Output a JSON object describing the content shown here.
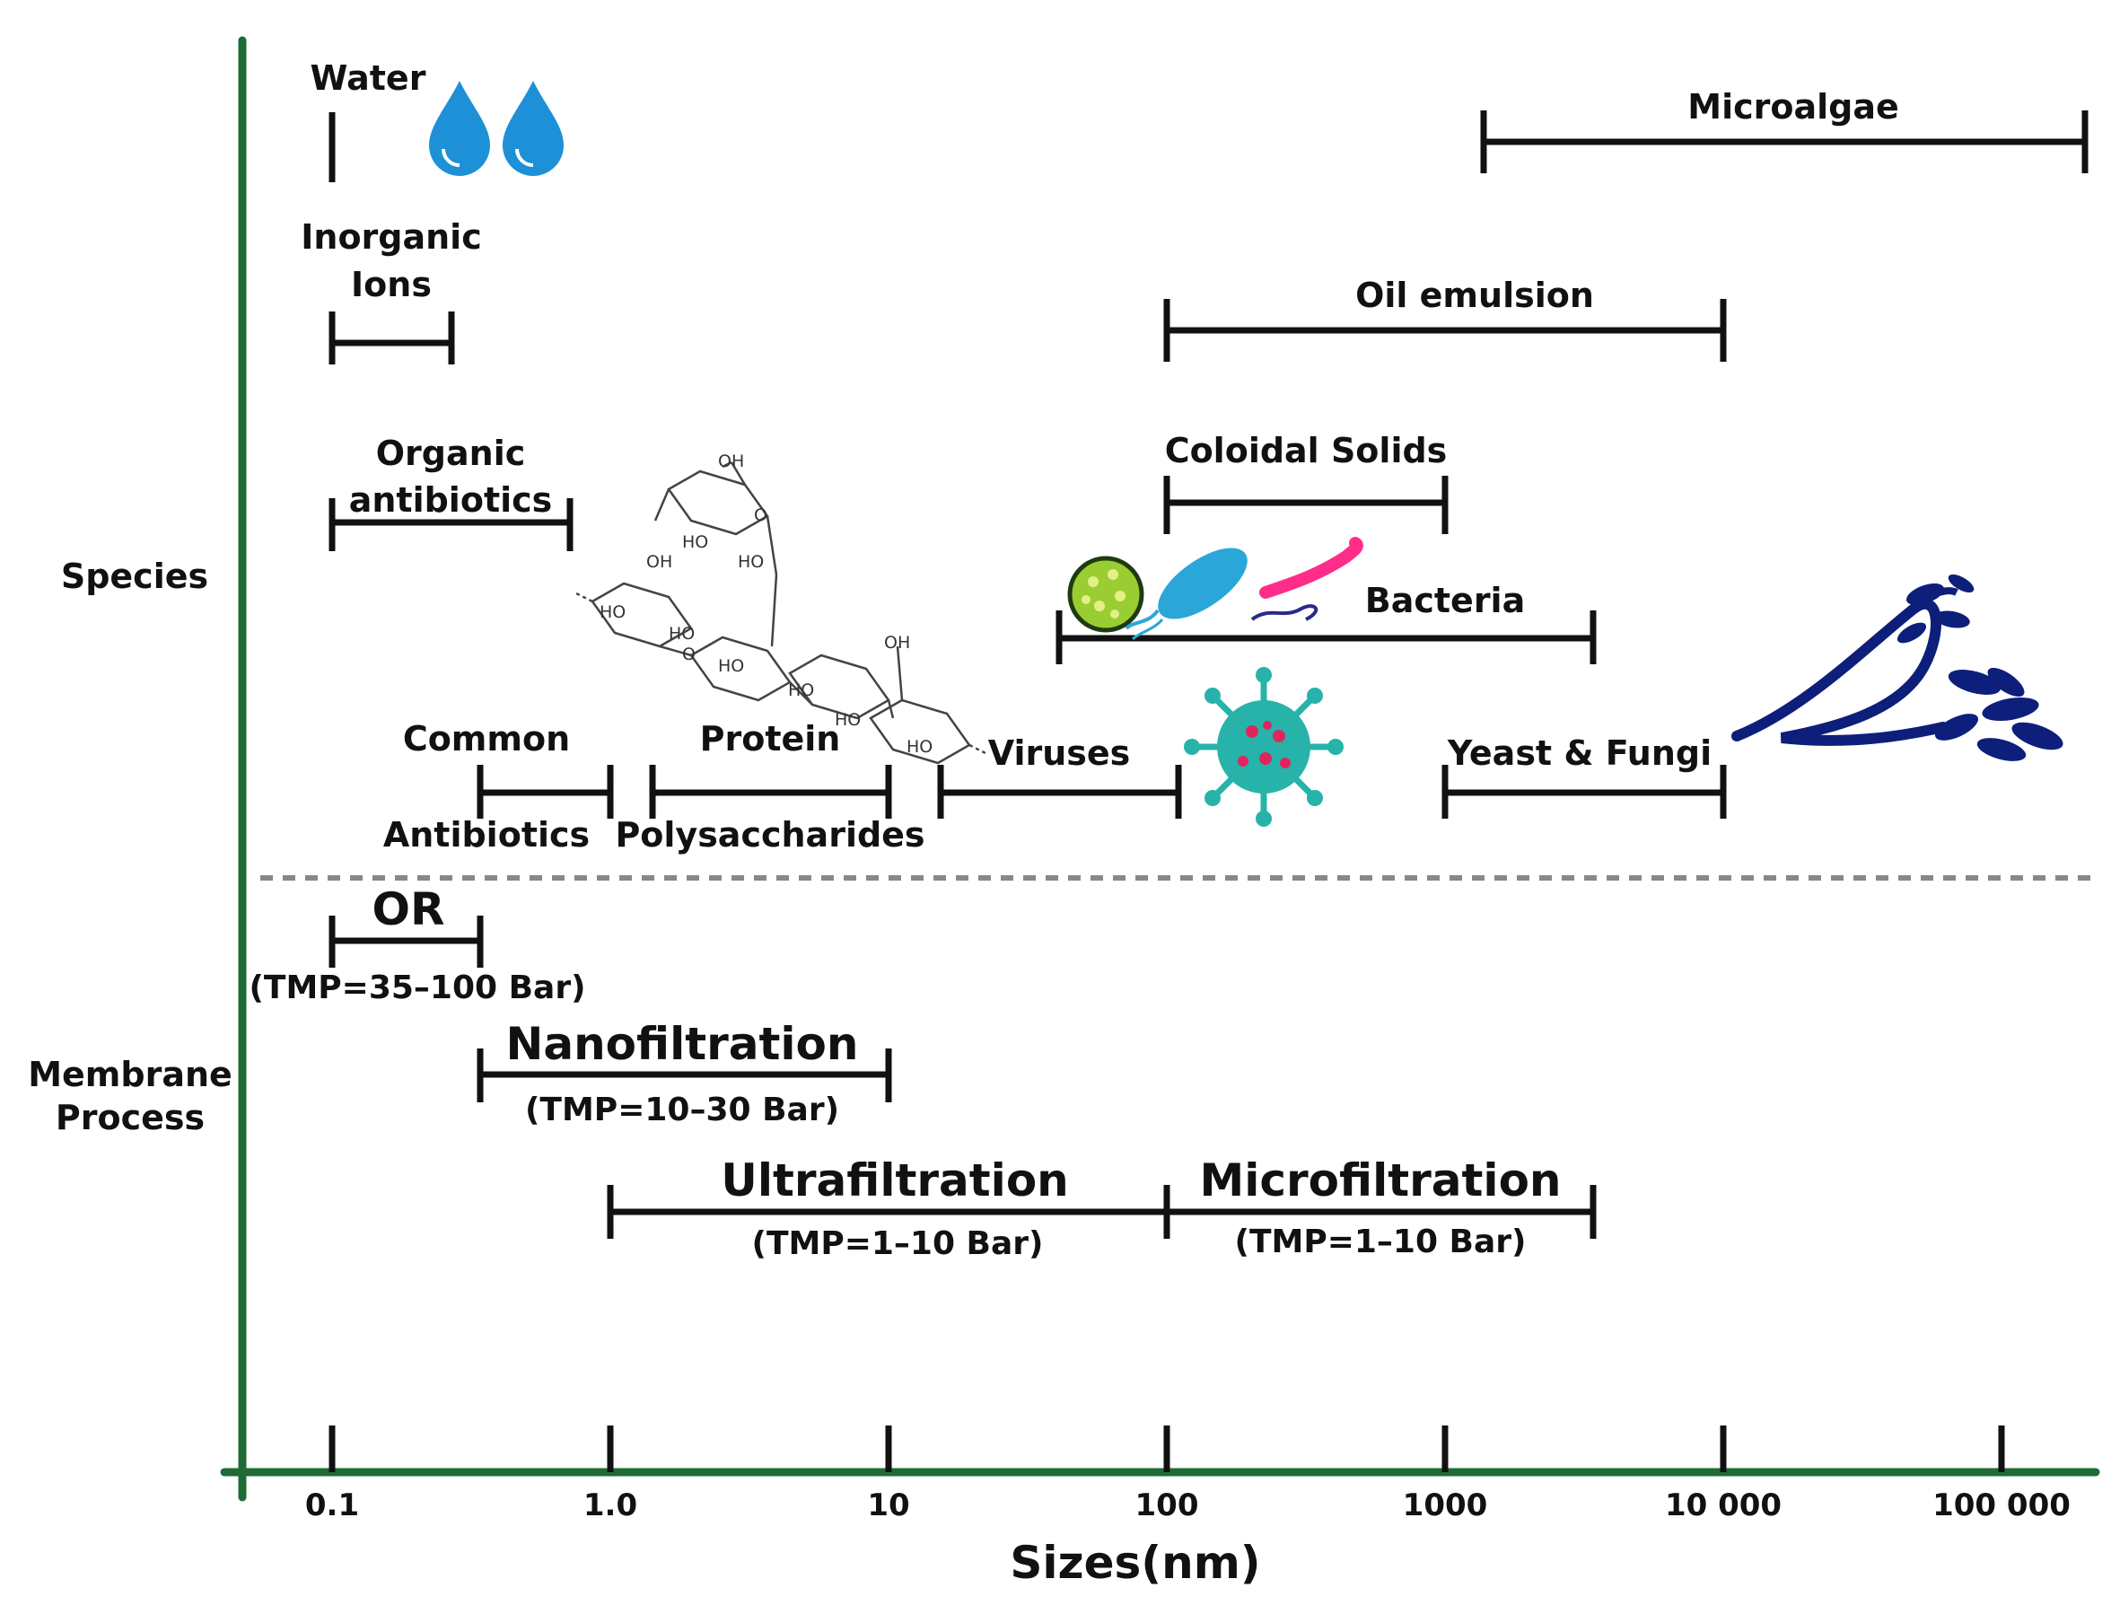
{
  "sections": {
    "species": "Species",
    "membrane_line1": "Membrane",
    "membrane_line2": "Process"
  },
  "axis": {
    "title": "Sizes(nm)",
    "ticks": [
      "0.1",
      "1.0",
      "10",
      "100",
      "1000",
      "10 000",
      "100  000"
    ]
  },
  "species": {
    "water": "Water",
    "inorganic_line1": "Inorganic",
    "inorganic_line2": "Ions",
    "organic_line1": "Organic",
    "organic_line2": "antibiotics",
    "common_line1": "Common",
    "common_line2": "Antibiotics",
    "protein": "Protein",
    "polysaccharides": "Polysaccharides",
    "viruses": "Viruses",
    "coloidal": "Coloidal Solids",
    "bacteria": "Bacteria",
    "oil": "Oil emulsion",
    "yeast": "Yeast & Fungi",
    "microalgae": "Microalgae"
  },
  "membrane": {
    "or": "OR",
    "or_tmp": "(TMP=35–100 Bar)",
    "nano": "Nanofiltration",
    "nano_tmp": "(TMP=10–30 Bar)",
    "ultra": "Ultrafiltration",
    "ultra_tmp": "(TMP=1–10 Bar)",
    "micro": "Microfiltration",
    "micro_tmp": "(TMP=1–10 Bar)"
  },
  "molecule": {
    "oh": "OH",
    "ho": "HO",
    "o": "O"
  },
  "colors": {
    "axis": "#1f6b35",
    "divider": "#888888",
    "water": "#1e90d8",
    "virus": "#27b3a9",
    "virus_dots": "#e0245e",
    "bacteria_green": "#9acd32",
    "bacteria_blue": "#2aa7d8",
    "bacteria_pink": "#ff2d8a",
    "fungi": "#0d1f7a"
  }
}
